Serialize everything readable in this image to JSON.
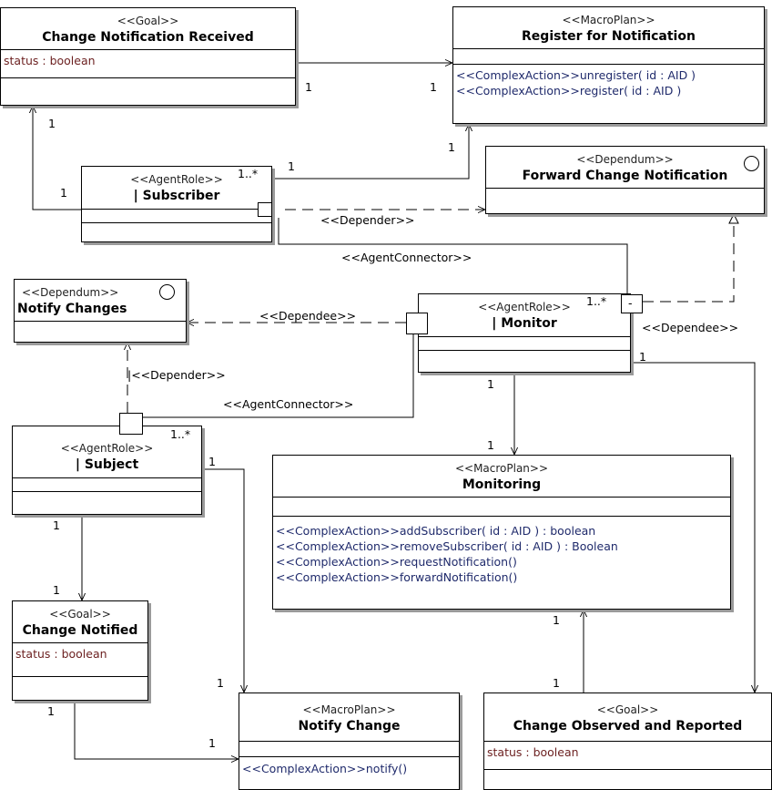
{
  "boxes": {
    "change_notification_received": {
      "stereo": "<<Goal>>",
      "name": "Change Notification Received",
      "attrs": [
        "status : boolean"
      ]
    },
    "register_for_notification": {
      "stereo": "<<MacroPlan>>",
      "name": "Register for Notification",
      "ops": [
        "<<ComplexAction>>unregister( id : AID )",
        "<<ComplexAction>>register( id : AID )"
      ]
    },
    "subscriber": {
      "stereo": "<<AgentRole>>",
      "name": "| Subscriber"
    },
    "forward_change_notification": {
      "stereo": "<<Dependum>>",
      "name": "Forward Change Notification"
    },
    "notify_changes": {
      "stereo": "<<Dependum>>",
      "name": "Notify Changes"
    },
    "monitor": {
      "stereo": "<<AgentRole>>",
      "name": "| Monitor"
    },
    "subject": {
      "stereo": "<<AgentRole>>",
      "name": "| Subject"
    },
    "monitoring": {
      "stereo": "<<MacroPlan>>",
      "name": "Monitoring",
      "ops": [
        "<<ComplexAction>>addSubscriber( id : AID ) : boolean",
        "<<ComplexAction>>removeSubscriber( id : AID ) : Boolean",
        "<<ComplexAction>>requestNotification()",
        "<<ComplexAction>>forwardNotification()"
      ]
    },
    "change_notified": {
      "stereo": "<<Goal>>",
      "name": "Change Notified",
      "attrs": [
        "status : boolean"
      ]
    },
    "notify_change": {
      "stereo": "<<MacroPlan>>",
      "name": "Notify Change",
      "ops": [
        "<<ComplexAction>>notify()"
      ]
    },
    "change_observed_and_reported": {
      "stereo": "<<Goal>>",
      "name": "Change Observed and Reported",
      "attrs": [
        "status : boolean"
      ]
    }
  },
  "labels": {
    "depender_top": "<<Depender>>",
    "agent_connector_top": "<<AgentConnector>>",
    "dependee_left": "<<Dependee>>",
    "dependee_right": "<<Dependee>>",
    "depender_left": "|<<Depender>>",
    "agent_connector_bottom": "<<AgentConnector>>",
    "port_minus": "-"
  },
  "multiplicities": {
    "m1": "1",
    "m2": "1",
    "m3": "1",
    "m4": "1",
    "m5": "1",
    "m6": "1",
    "m7": "1..*",
    "m8": "1..*",
    "m9": "1",
    "m10": "1",
    "m11": "1",
    "m12": "1..*",
    "m13": "1",
    "m14": "1",
    "m15": "1",
    "m16": "1",
    "m17": "1",
    "m18": "1",
    "m19": "1",
    "m20": "1"
  }
}
